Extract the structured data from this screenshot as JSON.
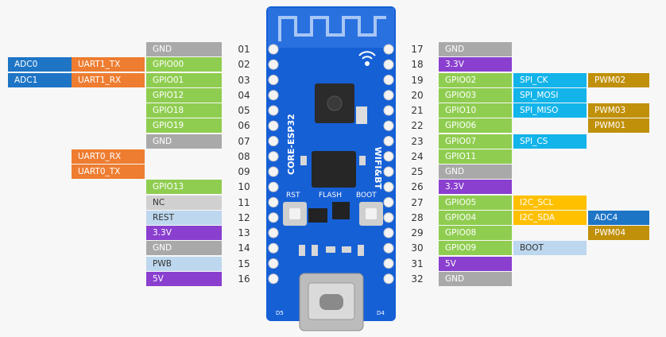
{
  "board": {
    "silk_name": "CORE-ESP32",
    "silk_wifi": "WIFI&BT",
    "silk_rst": "RST",
    "silk_flash": "FLASH",
    "silk_boot": "BOOT",
    "silk_d5": "D5",
    "silk_d4": "D4"
  },
  "colors": {
    "gray": "#a9a9a9",
    "green": "#8fcd50",
    "orange": "#ee7d31",
    "blue": "#1e75c6",
    "cyan": "#12b4ea",
    "gold": "#c0900a",
    "yellow": "#ffc000",
    "purple": "#8a3fcf",
    "lightblue": "#bdd7ee",
    "pcb": "#1660d6"
  },
  "left_pins": [
    {
      "num": "01",
      "name": "GND",
      "name_color": "gray"
    },
    {
      "num": "02",
      "name": "GPIO00",
      "name_color": "green",
      "alt1": "UART1_TX",
      "alt1_color": "orange",
      "alt2": "ADC0",
      "alt2_color": "blue"
    },
    {
      "num": "03",
      "name": "GPIO01",
      "name_color": "green",
      "alt1": "UART1_RX",
      "alt1_color": "orange",
      "alt2": "ADC1",
      "alt2_color": "blue"
    },
    {
      "num": "04",
      "name": "GPIO12",
      "name_color": "green"
    },
    {
      "num": "05",
      "name": "GPIO18",
      "name_color": "green"
    },
    {
      "num": "06",
      "name": "GPIO19",
      "name_color": "green"
    },
    {
      "num": "07",
      "name": "GND",
      "name_color": "gray"
    },
    {
      "num": "08",
      "name": "",
      "alt1": "UART0_RX",
      "alt1_color": "orange"
    },
    {
      "num": "09",
      "name": "",
      "alt1": "UART0_TX",
      "alt1_color": "orange"
    },
    {
      "num": "10",
      "name": "GPIO13",
      "name_color": "green"
    },
    {
      "num": "11",
      "name": "NC",
      "name_color": "lightgray"
    },
    {
      "num": "12",
      "name": "REST",
      "name_color": "lightblue"
    },
    {
      "num": "13",
      "name": "3.3V",
      "name_color": "purple"
    },
    {
      "num": "14",
      "name": "GND",
      "name_color": "gray"
    },
    {
      "num": "15",
      "name": "PWB",
      "name_color": "lightblue"
    },
    {
      "num": "16",
      "name": "5V",
      "name_color": "purple"
    }
  ],
  "right_pins": [
    {
      "num": "17",
      "name": "GND",
      "name_color": "gray"
    },
    {
      "num": "18",
      "name": "3.3V",
      "name_color": "purple"
    },
    {
      "num": "19",
      "name": "GPIO02",
      "name_color": "green",
      "alt1": "SPI_CK",
      "alt1_color": "cyan",
      "alt2": "PWM02",
      "alt2_color": "gold"
    },
    {
      "num": "20",
      "name": "GPIO03",
      "name_color": "green",
      "alt1": "SPI_MOSI",
      "alt1_color": "cyan"
    },
    {
      "num": "21",
      "name": "GPIO10",
      "name_color": "green",
      "alt1": "SPI_MISO",
      "alt1_color": "cyan",
      "alt2": "PWM03",
      "alt2_color": "gold"
    },
    {
      "num": "22",
      "name": "GPIO06",
      "name_color": "green",
      "alt2": "PWM01",
      "alt2_color": "gold"
    },
    {
      "num": "23",
      "name": "GPIO07",
      "name_color": "green",
      "alt1": "SPI_CS",
      "alt1_color": "cyan"
    },
    {
      "num": "24",
      "name": "GPIO11",
      "name_color": "green"
    },
    {
      "num": "25",
      "name": "GND",
      "name_color": "gray"
    },
    {
      "num": "26",
      "name": "3.3V",
      "name_color": "purple"
    },
    {
      "num": "27",
      "name": "GPIO05",
      "name_color": "green",
      "alt1": "I2C_SCL",
      "alt1_color": "yellow"
    },
    {
      "num": "28",
      "name": "GPIO04",
      "name_color": "green",
      "alt1": "I2C_SDA",
      "alt1_color": "yellow",
      "alt2": "ADC4",
      "alt2_color": "blue"
    },
    {
      "num": "29",
      "name": "GPIO08",
      "name_color": "green",
      "alt2": "PWM04",
      "alt2_color": "gold"
    },
    {
      "num": "30",
      "name": "GPIO09",
      "name_color": "green",
      "alt1": "BOOT",
      "alt1_color": "lightblue"
    },
    {
      "num": "31",
      "name": "5V",
      "name_color": "purple"
    },
    {
      "num": "32",
      "name": "GND",
      "name_color": "gray"
    }
  ]
}
